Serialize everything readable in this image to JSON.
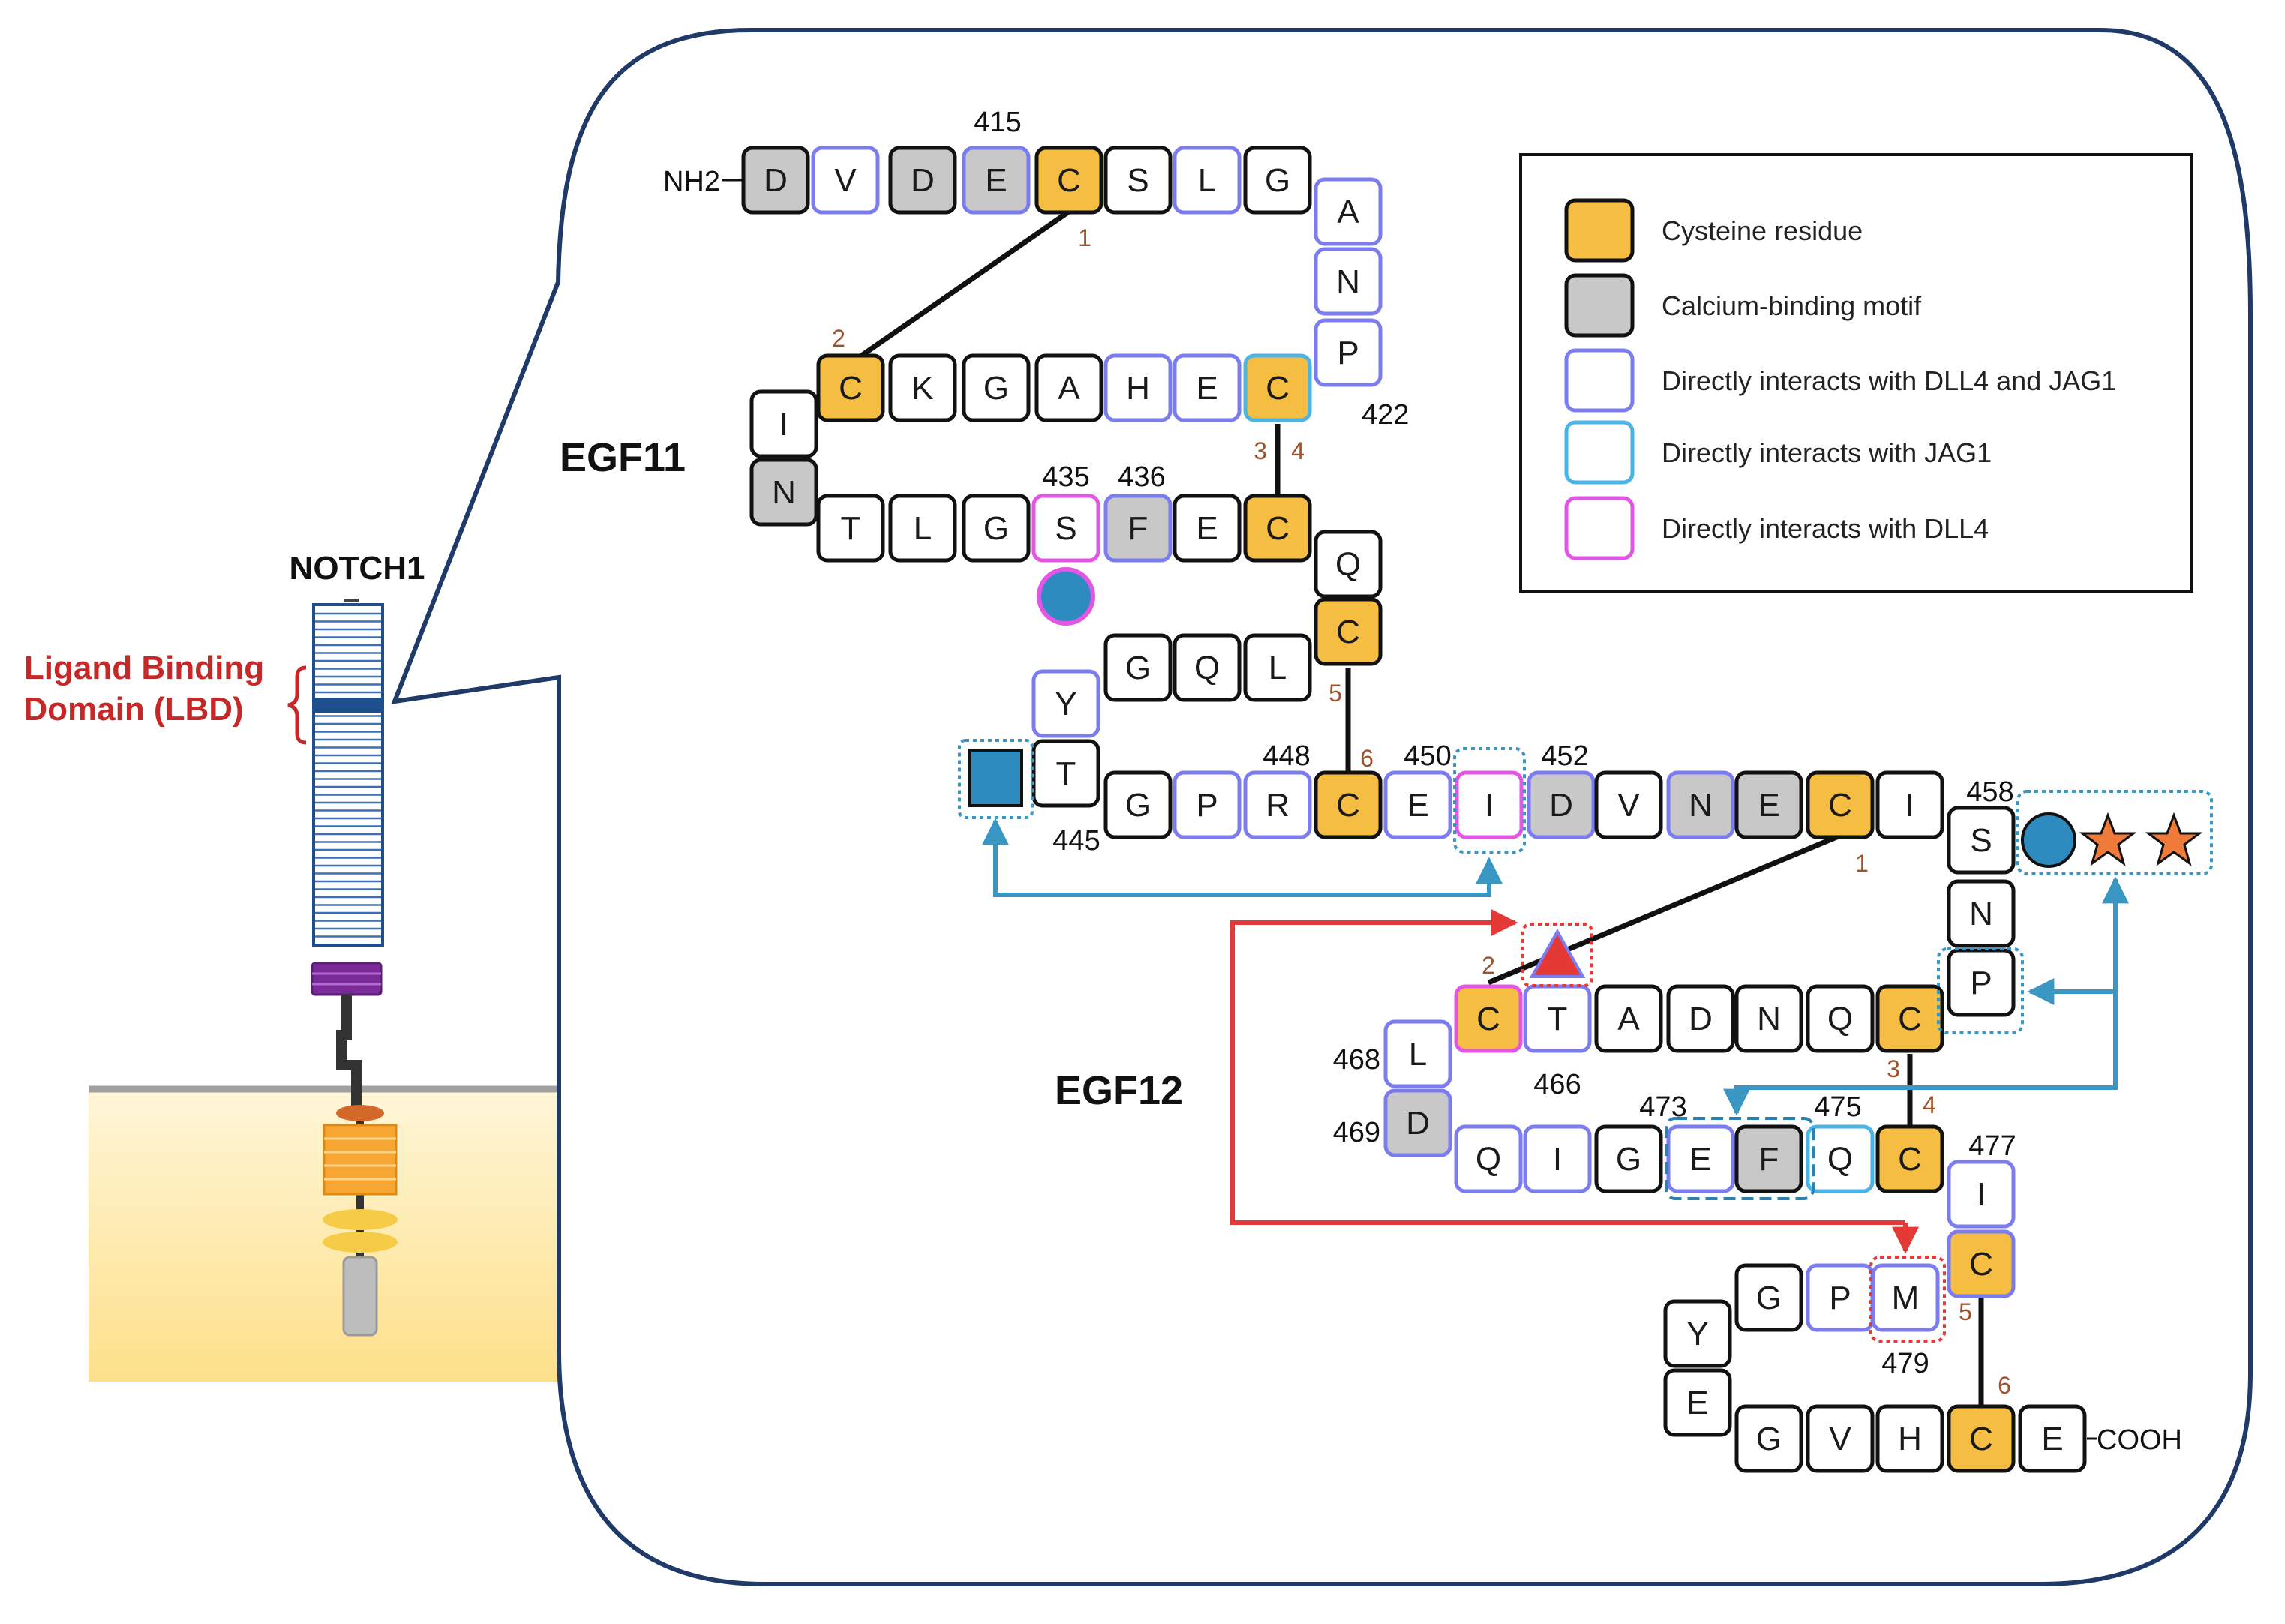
{
  "protein_label": "NOTCH1",
  "lbd_label_line1": "Ligand Binding",
  "lbd_label_line2": "Domain (LBD)",
  "egf11_label": "EGF11",
  "egf12_label": "EGF12",
  "n_terminus": "NH2",
  "c_terminus": "COOH",
  "legend": [
    {
      "label": "Cysteine residue",
      "fill": "#f5bd41",
      "stroke": "#111111"
    },
    {
      "label": "Calcium-binding motif",
      "fill": "#c8c8c8",
      "stroke": "#111111"
    },
    {
      "label": "Directly interacts with DLL4 and JAG1",
      "fill": "#ffffff",
      "stroke": "#7b7cf0"
    },
    {
      "label": "Directly interacts with JAG1",
      "fill": "#ffffff",
      "stroke": "#4ab4e6"
    },
    {
      "label": "Directly interacts with DLL4",
      "fill": "#ffffff",
      "stroke": "#e455e6"
    }
  ],
  "colors": {
    "cysteine": "#f5bd41",
    "calcium": "#c8c8c8",
    "dll4_jag1": "#7b7cf0",
    "jag1": "#4ab4e6",
    "dll4": "#e455e6",
    "plain_border": "#111111",
    "blue_marker": "#2e8bbf",
    "orange_star": "#f07a3a",
    "red_arrow": "#e53935",
    "teal_arrow": "#3a97c4",
    "panel_border": "#1f3a68",
    "lbd_red": "#c62828"
  },
  "residues": [
    {
      "aa": "D",
      "t": "ca"
    },
    {
      "aa": "V",
      "t": "dj"
    },
    {
      "aa": "D",
      "t": "ca"
    },
    {
      "aa": "E",
      "t": "ca",
      "b": "dj"
    },
    {
      "aa": "C",
      "t": "cys"
    },
    {
      "aa": "S",
      "t": "plain"
    },
    {
      "aa": "L",
      "t": "dj"
    },
    {
      "aa": "G",
      "t": "plain"
    },
    {
      "aa": "A",
      "t": "dj"
    },
    {
      "aa": "N",
      "t": "dj"
    },
    {
      "aa": "P",
      "t": "dj"
    },
    {
      "aa": "C",
      "t": "cys",
      "b": "j"
    },
    {
      "aa": "E",
      "t": "dj"
    },
    {
      "aa": "H",
      "t": "dj"
    },
    {
      "aa": "A",
      "t": "plain"
    },
    {
      "aa": "G",
      "t": "plain"
    },
    {
      "aa": "K",
      "t": "plain"
    },
    {
      "aa": "C",
      "t": "cys"
    },
    {
      "aa": "I",
      "t": "plain"
    },
    {
      "aa": "N",
      "t": "ca"
    },
    {
      "aa": "T",
      "t": "plain"
    },
    {
      "aa": "L",
      "t": "plain"
    },
    {
      "aa": "G",
      "t": "plain"
    },
    {
      "aa": "S",
      "t": "d"
    },
    {
      "aa": "F",
      "t": "ca",
      "b": "dj"
    },
    {
      "aa": "E",
      "t": "plain"
    },
    {
      "aa": "C",
      "t": "cys"
    },
    {
      "aa": "Q",
      "t": "plain"
    },
    {
      "aa": "C",
      "t": "cys"
    },
    {
      "aa": "L",
      "t": "plain"
    },
    {
      "aa": "Q",
      "t": "plain"
    },
    {
      "aa": "G",
      "t": "plain"
    },
    {
      "aa": "Y",
      "t": "dj"
    },
    {
      "aa": "T",
      "t": "plain"
    },
    {
      "aa": "G",
      "t": "plain"
    },
    {
      "aa": "P",
      "t": "dj"
    },
    {
      "aa": "R",
      "t": "dj"
    },
    {
      "aa": "C",
      "t": "cys"
    },
    {
      "aa": "E",
      "t": "dj"
    },
    {
      "aa": "I",
      "t": "d"
    },
    {
      "aa": "D",
      "t": "ca",
      "b": "dj"
    },
    {
      "aa": "V",
      "t": "plain"
    },
    {
      "aa": "N",
      "t": "ca",
      "b": "dj"
    },
    {
      "aa": "E",
      "t": "ca"
    },
    {
      "aa": "C",
      "t": "cys"
    },
    {
      "aa": "I",
      "t": "plain"
    },
    {
      "aa": "S",
      "t": "plain"
    },
    {
      "aa": "N",
      "t": "plain"
    },
    {
      "aa": "P",
      "t": "plain"
    },
    {
      "aa": "C",
      "t": "cys"
    },
    {
      "aa": "Q",
      "t": "plain"
    },
    {
      "aa": "N",
      "t": "plain"
    },
    {
      "aa": "D",
      "t": "plain"
    },
    {
      "aa": "A",
      "t": "plain"
    },
    {
      "aa": "T",
      "t": "dj"
    },
    {
      "aa": "C",
      "t": "cys",
      "b": "d"
    },
    {
      "aa": "L",
      "t": "dj"
    },
    {
      "aa": "D",
      "t": "ca",
      "b": "dj"
    },
    {
      "aa": "Q",
      "t": "dj"
    },
    {
      "aa": "I",
      "t": "dj"
    },
    {
      "aa": "G",
      "t": "plain"
    },
    {
      "aa": "E",
      "t": "dj"
    },
    {
      "aa": "F",
      "t": "ca"
    },
    {
      "aa": "Q",
      "t": "j"
    },
    {
      "aa": "C",
      "t": "cys"
    },
    {
      "aa": "I",
      "t": "dj"
    },
    {
      "aa": "C",
      "t": "cys",
      "b": "dj"
    },
    {
      "aa": "M",
      "t": "dj"
    },
    {
      "aa": "P",
      "t": "dj"
    },
    {
      "aa": "G",
      "t": "plain"
    },
    {
      "aa": "Y",
      "t": "plain"
    },
    {
      "aa": "E",
      "t": "plain"
    },
    {
      "aa": "G",
      "t": "plain"
    },
    {
      "aa": "V",
      "t": "plain"
    },
    {
      "aa": "H",
      "t": "plain"
    },
    {
      "aa": "C",
      "t": "cys"
    },
    {
      "aa": "E",
      "t": "plain"
    }
  ],
  "residue_numbers": [
    "415",
    "422",
    "435",
    "436",
    "448",
    "450",
    "452",
    "445",
    "458",
    "468",
    "466",
    "469",
    "473",
    "475",
    "477",
    "479"
  ],
  "cysteine_numbers": [
    "1",
    "2",
    "3",
    "4",
    "5",
    "6",
    "1",
    "2",
    "3",
    "4",
    "5",
    "6"
  ]
}
